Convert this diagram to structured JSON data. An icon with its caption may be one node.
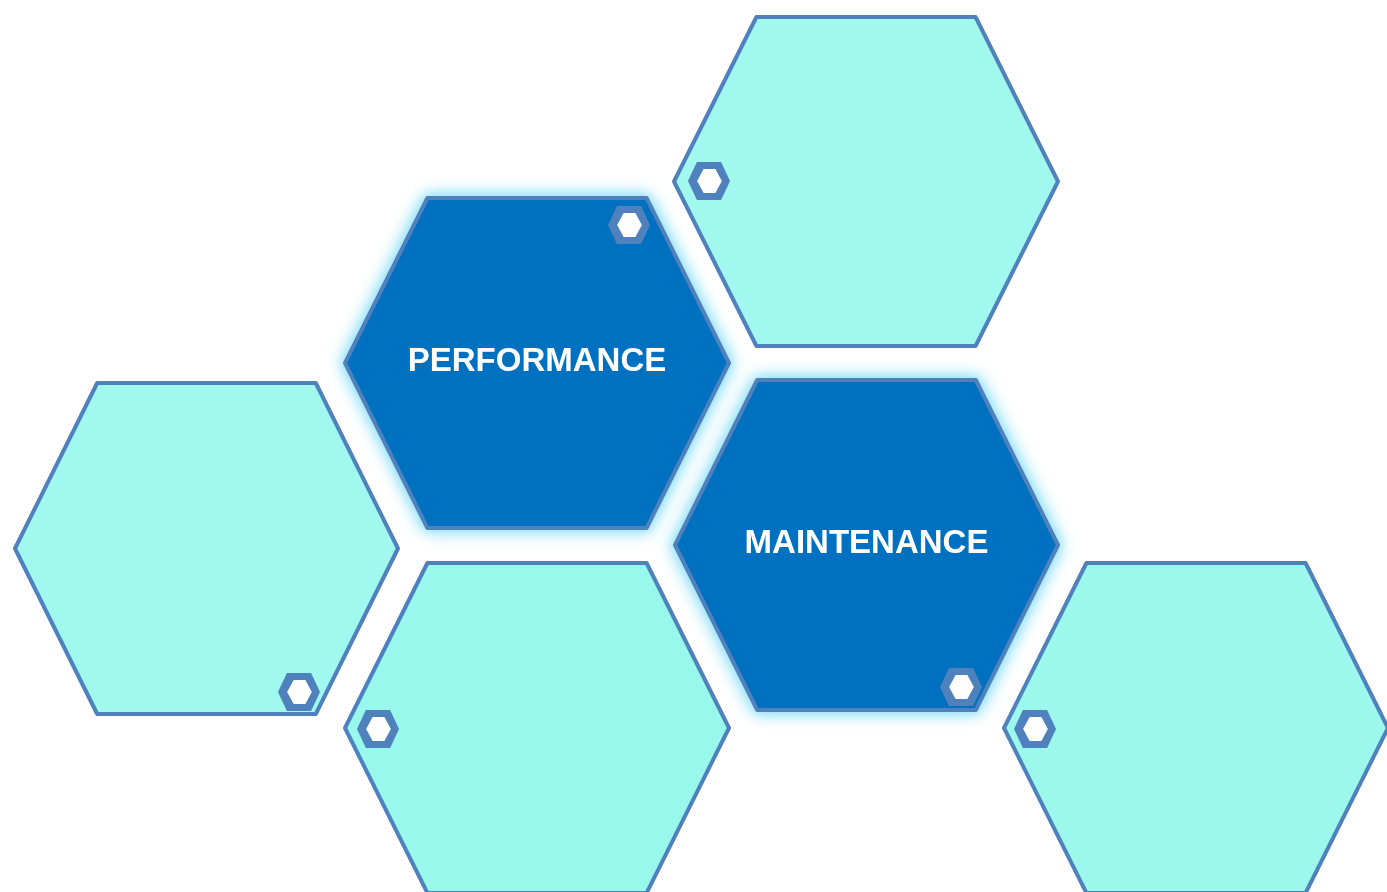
{
  "diagram": {
    "nodes": [
      {
        "text": [],
        "shape": "hexagon"
      },
      {
        "text": [
          "PERFORMANCE"
        ]
      },
      {
        "text": [
          "MAINTENANCE"
        ]
      },
      {
        "text": [],
        "shape": "hexagon"
      },
      {
        "text": [],
        "shape": "hexagon"
      },
      {
        "text": [],
        "shape": "hexagon"
      }
    ]
  }
}
